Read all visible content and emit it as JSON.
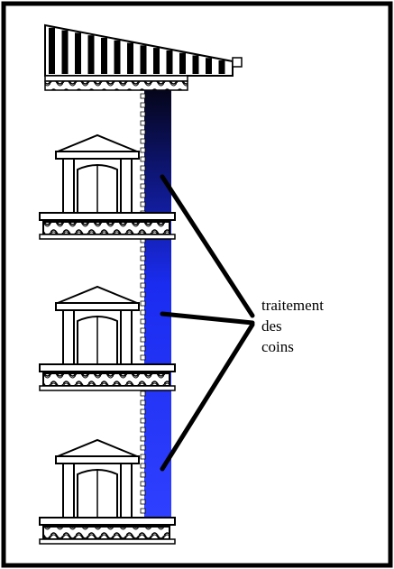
{
  "annotation": {
    "lines": [
      "traitement",
      "des",
      "coins"
    ]
  },
  "colors": {
    "frame": "#000000",
    "background": "#ffffff",
    "corner_band": "#1a2cf0",
    "ink": "#000000"
  },
  "elements": {
    "cornice": "cornice-with-vertical-dentils",
    "frieze": "ornamental-frieze-band",
    "window": "aedicule-window-with-pediment"
  }
}
